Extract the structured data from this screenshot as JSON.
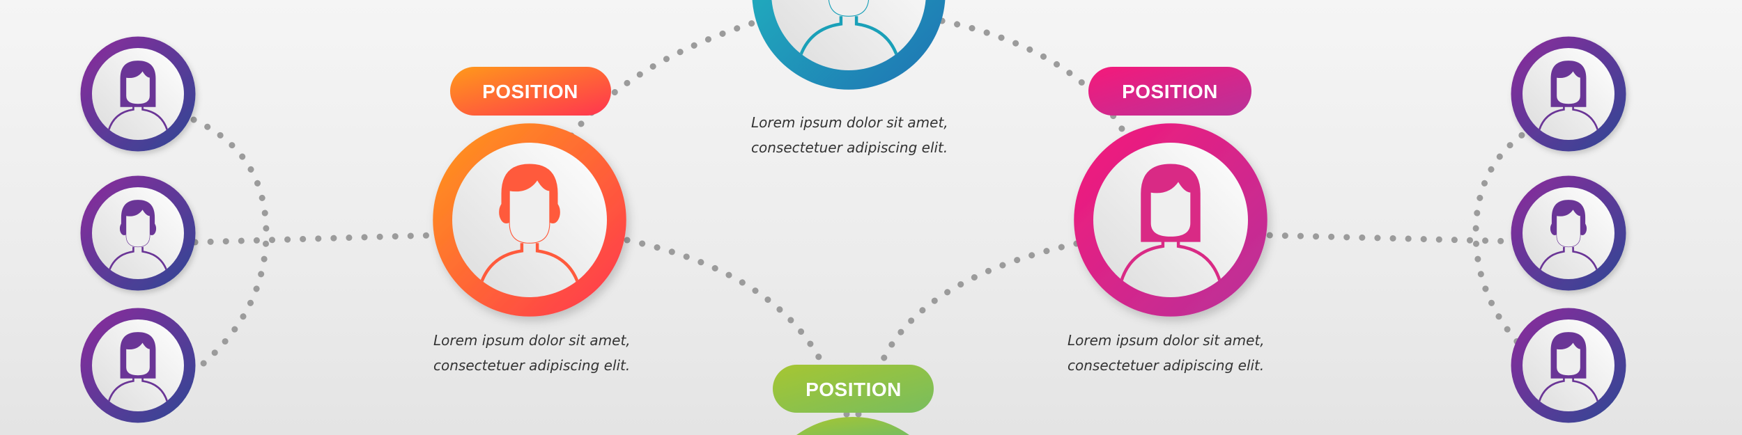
{
  "nodes": {
    "orange": {
      "label": "POSITION",
      "desc_line1": "Lorem ipsum dolor sit amet,",
      "desc_line2": "consectetuer adipiscing elit.",
      "icon": "male-avatar-icon",
      "color_start": "#ff9a1a",
      "color_end": "#ff3450"
    },
    "teal": {
      "desc_line1": "Lorem ipsum dolor sit amet,",
      "desc_line2": "consectetuer adipiscing elit.",
      "icon": "male-avatar-icon",
      "color_start": "#20bcc0",
      "color_end": "#1f72b3"
    },
    "pink": {
      "label": "POSITION",
      "desc_line1": "Lorem ipsum dolor sit amet,",
      "desc_line2": "consectetuer adipiscing elit.",
      "icon": "female-avatar-icon",
      "color_start": "#f5197a",
      "color_end": "#b8329a"
    },
    "green": {
      "label": "POSITION",
      "icon": "avatar-icon",
      "color_start": "#a6c632",
      "color_end": "#78bd5e"
    }
  },
  "team_left": [
    {
      "icon": "female-avatar-icon"
    },
    {
      "icon": "male-avatar-icon"
    },
    {
      "icon": "female-avatar-icon"
    }
  ],
  "team_right": [
    {
      "icon": "female-avatar-icon"
    },
    {
      "icon": "male-avatar-icon"
    },
    {
      "icon": "female-avatar-icon"
    }
  ],
  "team_colors": {
    "start": "#8e2a9c",
    "end": "#2e4894"
  }
}
